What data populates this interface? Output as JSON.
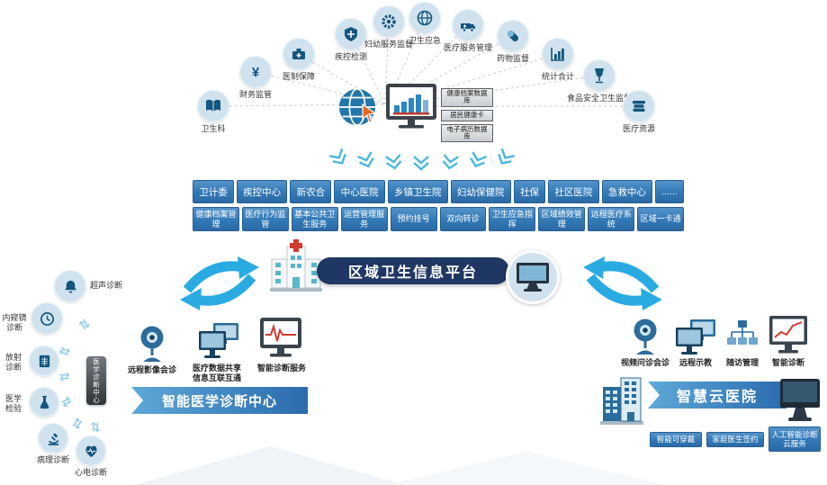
{
  "colors": {
    "primary_blue": "#3279b7",
    "button_border": "#275e93",
    "navy": "#1f3763",
    "cyan_arrow": "#29abe2",
    "circle_bg": "#cfe2ee",
    "icon_blue": "#14567e",
    "accent_red": "#d23b2f",
    "accent_orange": "#e8641b",
    "banner_gradient_start": "#5fa8d8",
    "banner_gradient_end": "#2a6bad"
  },
  "top_arc": {
    "items": [
      {
        "label": "卫生科",
        "icon": "book-icon"
      },
      {
        "label": "财务监管",
        "icon": "finance-icon"
      },
      {
        "label": "医制保障",
        "icon": "medkit-icon"
      },
      {
        "label": "疾控检测",
        "icon": "shield-cross-icon"
      },
      {
        "label": "妇幼服务监督",
        "icon": "gear-icon"
      },
      {
        "label": "卫生应急",
        "icon": "network-globe-icon"
      },
      {
        "label": "医疗服务管理",
        "icon": "ambulance-icon"
      },
      {
        "label": "药物监督",
        "icon": "pill-icon"
      },
      {
        "label": "统计合计",
        "icon": "stats-chart-icon"
      },
      {
        "label": "食品安全卫生监督",
        "icon": "wine-glass-icon"
      },
      {
        "label": "医疗资源",
        "icon": "stacked-books-icon"
      }
    ]
  },
  "hub": {
    "db_boxes": [
      "健康档案数据库",
      "居民健康卡",
      "电子病历数据库"
    ]
  },
  "rows": {
    "organizations": [
      "卫计委",
      "疾控中心",
      "新农合",
      "中心医院",
      "乡镇卫生院",
      "妇幼保健院",
      "社保",
      "社区医院",
      "急救中心",
      "......"
    ],
    "services": [
      "健康档案管理",
      "医疗行为监管",
      "基本公共卫生服务",
      "运营管理服务",
      "预约挂号",
      "双向转诊",
      "卫生应急指挥",
      "区域绩效管理",
      "远程医疗系统",
      "区域一卡通"
    ]
  },
  "platform": {
    "title": "区域卫生信息平台"
  },
  "left_cluster": {
    "title": "智能医学诊断中心",
    "center_label": "医学诊断中心",
    "satellites": [
      {
        "label": "超声诊断",
        "icon": "bell-icon"
      },
      {
        "label": "内窥镜诊断",
        "icon": "clock-icon"
      },
      {
        "label": "放射诊断",
        "icon": "xray-icon"
      },
      {
        "label": "医学检验",
        "icon": "flask-icon"
      },
      {
        "label": "病理诊断",
        "icon": "microscope-icon"
      },
      {
        "label": "心电诊断",
        "icon": "heart-ecg-icon"
      }
    ],
    "services": [
      {
        "label": "远程影像会诊",
        "icon": "webcam-icon"
      },
      {
        "label": "医疗数据共享信息互联互通",
        "icon": "dual-monitors-icon"
      },
      {
        "label": "智能诊断服务",
        "icon": "ecg-monitor-icon"
      }
    ]
  },
  "right_cluster": {
    "title": "智慧云医院",
    "services": [
      {
        "label": "视频问诊会诊",
        "icon": "webcam-icon"
      },
      {
        "label": "远程示教",
        "icon": "dual-monitors-icon"
      },
      {
        "label": "随访管理",
        "icon": "org-chart-icon"
      },
      {
        "label": "智能诊断",
        "icon": "line-chart-monitor-icon"
      }
    ],
    "buttons": [
      "智能可穿戴",
      "家庭医生签约",
      "人工智能诊断云服务"
    ]
  }
}
